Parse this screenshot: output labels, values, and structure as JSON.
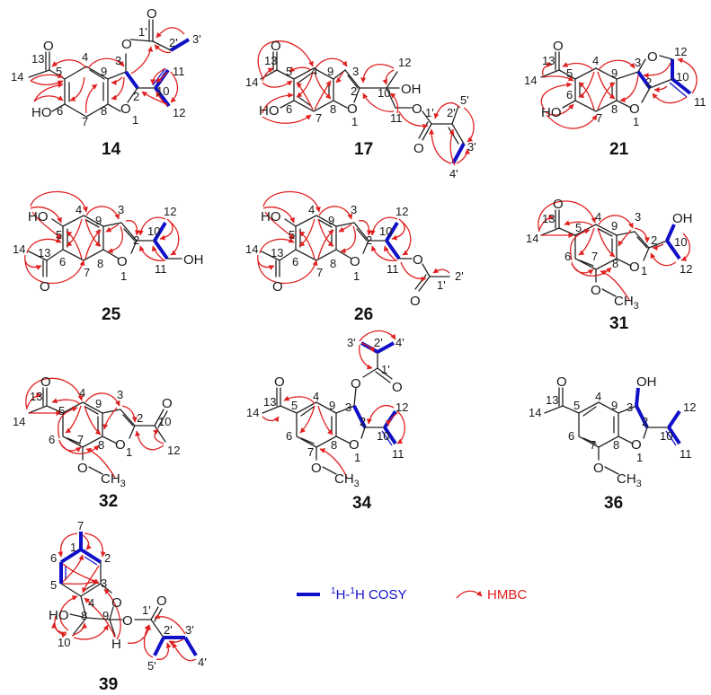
{
  "figure": {
    "legend": {
      "cosy_label": "H-",
      "cosy_sup1": "1",
      "cosy_sup2": "1",
      "cosy_label_tail": "H COSY",
      "hmbc_label": "HMBC",
      "cosy_color": "#1010c8",
      "hmbc_color": "#e02020"
    },
    "compounds": [
      {
        "id": "14",
        "atoms": [
          "1",
          "2",
          "3",
          "4",
          "5",
          "6",
          "7",
          "8",
          "9",
          "10",
          "11",
          "12",
          "13",
          "14",
          "1'",
          "2'",
          "3'"
        ],
        "groups": [
          "HO",
          "O",
          "O",
          "O",
          "O"
        ],
        "cosy": [
          "H-3/H-2",
          "H-2'/H-3'",
          "H-11/H-10/H-12"
        ],
        "hmbc_from": [
          "H-4",
          "H-14",
          "OH",
          "H-3",
          "H-2'",
          "H-11",
          "H-12",
          "H-7"
        ]
      },
      {
        "id": "17",
        "atoms": [
          "1",
          "2",
          "3",
          "4",
          "5",
          "6",
          "7",
          "8",
          "9",
          "10",
          "11",
          "12",
          "13",
          "14",
          "1'",
          "2'",
          "3'",
          "4'",
          "5'"
        ],
        "groups": [
          "HO",
          "OH",
          "O",
          "O",
          "O",
          "O"
        ],
        "cosy": [
          "H-3'/H-4'"
        ],
        "hmbc_from": [
          "H-14",
          "H-4",
          "H-7",
          "OH",
          "H-3",
          "H-12",
          "H-11",
          "H-5'",
          "H-3'",
          "H-4'"
        ]
      },
      {
        "id": "21",
        "atoms": [
          "1",
          "2",
          "3",
          "4",
          "5",
          "6",
          "7",
          "8",
          "9",
          "10",
          "11",
          "12",
          "13",
          "14"
        ],
        "groups": [
          "HO",
          "O",
          "O",
          "O"
        ],
        "cosy": [
          "H-3/H-2",
          "H-12/H-10/H-11"
        ],
        "hmbc_from": [
          "H-14",
          "H-4",
          "H-7",
          "OH",
          "H-12",
          "H-11"
        ]
      },
      {
        "id": "25",
        "atoms": [
          "1",
          "2",
          "3",
          "4",
          "5",
          "6",
          "7",
          "8",
          "9",
          "10",
          "11",
          "12",
          "13",
          "14"
        ],
        "groups": [
          "HO",
          "OH",
          "O",
          "O"
        ],
        "cosy": [
          "H-12/H-10/H-11"
        ],
        "hmbc_from": [
          "OH",
          "H-4",
          "H-14",
          "H-7",
          "H-3",
          "H-12",
          "H-11"
        ]
      },
      {
        "id": "26",
        "atoms": [
          "1",
          "2",
          "3",
          "4",
          "5",
          "6",
          "7",
          "8",
          "9",
          "10",
          "11",
          "12",
          "13",
          "14",
          "1'",
          "2'"
        ],
        "groups": [
          "HO",
          "O",
          "O",
          "O",
          "O"
        ],
        "cosy": [
          "H-12/H-10/H-11"
        ],
        "hmbc_from": [
          "OH",
          "H-4",
          "H-14",
          "H-7",
          "H-3",
          "H-12",
          "H-11",
          "H-2'"
        ]
      },
      {
        "id": "31",
        "atoms": [
          "1",
          "2",
          "3",
          "4",
          "5",
          "6",
          "7",
          "8",
          "9",
          "10",
          "12",
          "13",
          "14"
        ],
        "groups": [
          "OH",
          "O",
          "O",
          "O-CH3"
        ],
        "cosy": [
          "OH/H-10/H-12"
        ],
        "hmbc_from": [
          "H-14",
          "H-4",
          "H-6",
          "H-3",
          "OCH3",
          "H-12"
        ]
      },
      {
        "id": "32",
        "atoms": [
          "1",
          "2",
          "3",
          "4",
          "5",
          "6",
          "7",
          "8",
          "9",
          "10",
          "12",
          "13",
          "14"
        ],
        "groups": [
          "O",
          "O",
          "O",
          "O-CH3"
        ],
        "cosy": [],
        "hmbc_from": [
          "H-14",
          "H-4",
          "H-6",
          "H-3",
          "OCH3",
          "H-12"
        ]
      },
      {
        "id": "34",
        "atoms": [
          "1",
          "2",
          "3",
          "4",
          "5",
          "6",
          "7",
          "8",
          "9",
          "10",
          "11",
          "12",
          "13",
          "14",
          "1'",
          "2'",
          "3'",
          "4'"
        ],
        "groups": [
          "O",
          "O",
          "O",
          "O",
          "O-CH3"
        ],
        "cosy": [
          "H-3/H-2",
          "H-12/H-10/H-11",
          "H-3'/H-2'/H-4'"
        ],
        "hmbc_from": [
          "H-4",
          "H-14",
          "OCH3",
          "H-12",
          "H-11",
          "H-3'"
        ]
      },
      {
        "id": "36",
        "atoms": [
          "1",
          "2",
          "3",
          "4",
          "5",
          "6",
          "7",
          "8",
          "9",
          "10",
          "11",
          "12",
          "13",
          "14"
        ],
        "groups": [
          "OH",
          "O",
          "O",
          "O-CH3"
        ],
        "cosy": [
          "OH/H-3/H-2",
          "H-12/H-10/H-11"
        ],
        "hmbc_from": []
      },
      {
        "id": "39",
        "atoms": [
          "1",
          "2",
          "3",
          "4",
          "5",
          "6",
          "7",
          "8",
          "9",
          "10",
          "1'",
          "2'",
          "3'",
          "4'",
          "5'"
        ],
        "groups": [
          "HO",
          "O",
          "O",
          "O",
          "H"
        ],
        "cosy": [
          "H-7/H-1/H-2",
          "H-1/H-6/H-5",
          "H-5'/H-2'/H-3'/H-4'"
        ],
        "hmbc_from": [
          "H-7",
          "H-6",
          "H-5",
          "H-10",
          "OH",
          "H-9",
          "H-5'",
          "H-3'",
          "H-4'"
        ]
      }
    ],
    "labels": {
      "c14": {
        "id": "14",
        "O13": "O",
        "n13": "13",
        "n14": "14",
        "n5": "5",
        "n4": "4",
        "n9": "9",
        "n3": "3",
        "n2": "2",
        "n6": "6",
        "n7": "7",
        "n8": "8",
        "n1": "1",
        "HO": "HO",
        "O1": "O",
        "n10": "10",
        "n11": "11",
        "n12": "12",
        "O3": "O",
        "n1p": "1'",
        "n2p": "2'",
        "n3p": "3'",
        "Oc": "O"
      },
      "c17": {
        "id": "17",
        "O13": "O",
        "n13": "13",
        "n14": "14",
        "n5": "5",
        "n4": "4",
        "n9": "9",
        "n3": "3",
        "n2": "2",
        "n6": "6",
        "n7": "7",
        "n8": "8",
        "n1": "1",
        "HO": "HO",
        "O1": "O",
        "n10": "10",
        "n11": "11",
        "n12": "12",
        "OH": "OH",
        "Oe": "O",
        "n1p": "1'",
        "n2p": "2'",
        "n3p": "3'",
        "n4p": "4'",
        "n5p": "5'",
        "Oc": "O"
      },
      "c21": {
        "id": "21",
        "O13": "O",
        "n13": "13",
        "n14": "14",
        "n5": "5",
        "n4": "4",
        "n9": "9",
        "n3": "3",
        "n2": "2",
        "n6": "6",
        "n7": "7",
        "n8": "8",
        "n1": "1",
        "HO": "HO",
        "O1": "O",
        "O12": "O",
        "n10": "10",
        "n11": "11",
        "n12": "12"
      },
      "c25": {
        "id": "25",
        "HO": "HO",
        "n5": "5",
        "n4": "4",
        "n9": "9",
        "n3": "3",
        "n2": "2",
        "n6": "6",
        "n7": "7",
        "n8": "8",
        "n1": "1",
        "n13": "13",
        "n14": "14",
        "O13": "O",
        "O1": "O",
        "n10": "10",
        "n11": "11",
        "n12": "12",
        "OH": "OH"
      },
      "c26": {
        "id": "26",
        "HO": "HO",
        "n5": "5",
        "n4": "4",
        "n9": "9",
        "n3": "3",
        "n2": "2",
        "n6": "6",
        "n7": "7",
        "n8": "8",
        "n1": "1",
        "n13": "13",
        "n14": "14",
        "O13": "O",
        "O1": "O",
        "n10": "10",
        "n11": "11",
        "n12": "12",
        "Oe": "O",
        "n1p": "1'",
        "n2p": "2'",
        "Oc": "O"
      },
      "c31": {
        "id": "31",
        "O13": "O",
        "n13": "13",
        "n14": "14",
        "n5": "5",
        "n4": "4",
        "n9": "9",
        "n3": "3",
        "n2": "2",
        "n6": "6",
        "n7": "7",
        "n8": "8",
        "n1": "1",
        "O1": "O",
        "n10": "10",
        "n12": "12",
        "OH": "OH",
        "OMe": "O",
        "CH": "CH",
        "sub3": "3"
      },
      "c32": {
        "id": "32",
        "O13": "O",
        "n13": "13",
        "n14": "14",
        "n5": "5",
        "n4": "4",
        "n9": "9",
        "n3": "3",
        "n2": "2",
        "n6": "6",
        "n7": "7",
        "n8": "8",
        "n1": "1",
        "O1": "O",
        "n10": "10",
        "n12": "12",
        "O10": "O",
        "OMe": "O",
        "CH": "CH",
        "sub3": "3"
      },
      "c34": {
        "id": "34",
        "O13": "O",
        "n13": "13",
        "n14": "14",
        "n5": "5",
        "n4": "4",
        "n9": "9",
        "n3": "3",
        "n2": "2",
        "n6": "6",
        "n7": "7",
        "n8": "8",
        "n1": "1",
        "O1": "O",
        "n10": "10",
        "n11": "11",
        "n12": "12",
        "Oe": "O",
        "Oc": "O",
        "n1p": "1'",
        "n2p": "2'",
        "n3p": "3'",
        "n4p": "4'",
        "OMe": "O",
        "CH": "CH",
        "sub3": "3"
      },
      "c36": {
        "id": "36",
        "O13": "O",
        "n13": "13",
        "n14": "14",
        "n5": "5",
        "n4": "4",
        "n9": "9",
        "n3": "3",
        "n2": "2",
        "n6": "6",
        "n7": "7",
        "n8": "8",
        "n1": "1",
        "O1": "O",
        "n10": "10",
        "n11": "11",
        "n12": "12",
        "OH": "OH",
        "OMe": "O",
        "CH": "CH",
        "sub3": "3"
      },
      "c39": {
        "id": "39",
        "n7": "7",
        "n1": "1",
        "n6": "6",
        "n2": "2",
        "n5": "5",
        "n3": "3",
        "n4": "4",
        "n8": "8",
        "n9": "9",
        "n10": "10",
        "HO": "HO",
        "Or": "O",
        "Oe": "O",
        "Oc": "O",
        "H": "H",
        "n1p": "1'",
        "n2p": "2'",
        "n3p": "3'",
        "n4p": "4'",
        "n5p": "5'"
      }
    }
  }
}
